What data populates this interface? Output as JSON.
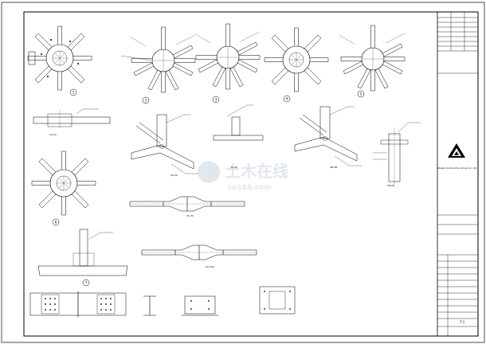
{
  "sheet": {
    "watermark": {
      "brand": "土木在线",
      "site": "co188.com"
    },
    "company": {
      "en_line1": "Ningbo Construction Group Co., Ltd."
    },
    "details": {
      "d1": "1",
      "d2": "2",
      "d3": "3",
      "d4": "4",
      "d5": "5",
      "d6": "6",
      "d7": "7"
    },
    "sections": {
      "s1": "1A-1A",
      "s2": "2A-2A",
      "s3": "3A-3A",
      "s4": "3B-3B",
      "s5": "1B-1B",
      "s6": "3C-3C",
      "s7": "2A-2AA"
    },
    "title_block": {
      "drawing_no": "7-1"
    }
  }
}
